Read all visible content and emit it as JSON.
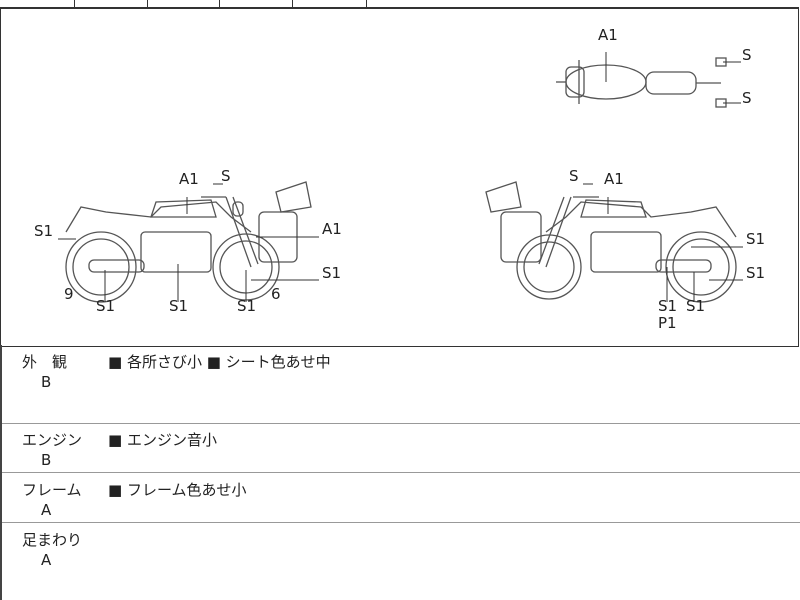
{
  "diagram": {
    "labels": [
      "A1",
      "S",
      "S",
      "A1",
      "S",
      "S1",
      "A1",
      "S1",
      "9",
      "6",
      "S1",
      "S1",
      "S1",
      "S",
      "A1",
      "S1",
      "S1",
      "S1",
      "S1",
      "P1"
    ]
  },
  "sections": [
    {
      "name": "外　観",
      "grade": "B",
      "notes": "■ 各所さび小 ■ シート色あせ中"
    },
    {
      "name": "エンジン",
      "grade": "B",
      "notes": "■ エンジン音小"
    },
    {
      "name": "フレーム",
      "grade": "A",
      "notes": "■ フレーム色あせ小"
    },
    {
      "name": "足まわり",
      "grade": "A",
      "notes": ""
    }
  ]
}
